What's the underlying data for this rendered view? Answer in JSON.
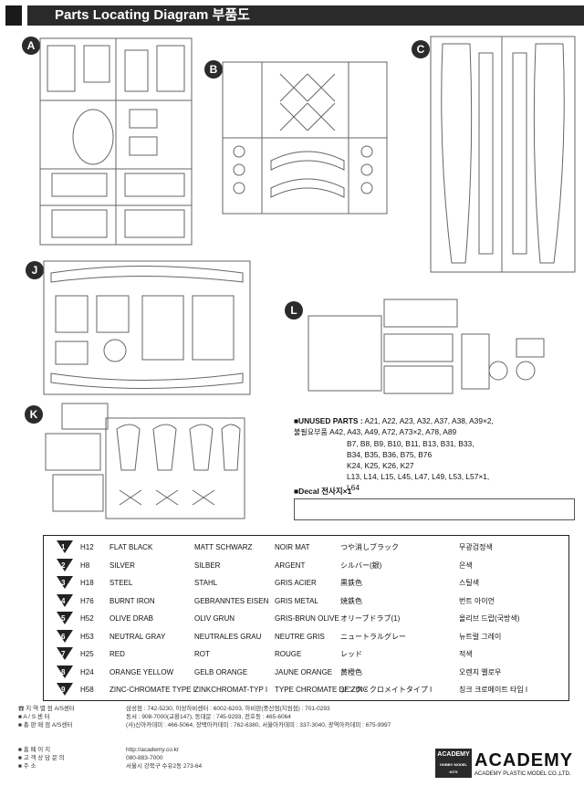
{
  "header": {
    "title": "Parts Locating Diagram 부품도"
  },
  "sprues": {
    "a": "A",
    "b": "B",
    "c": "C",
    "j": "J",
    "k": "K",
    "l": "L"
  },
  "unused": {
    "label": "■UNUSED PARTS :",
    "korean": "불필요부품",
    "parts_line1": "A21, A22, A23, A32, A37, A38, A39×2,",
    "parts_line2": "A42, A43, A49, A72, A73×2, A78, A89",
    "parts_line3": "B7, B8, B9, B10, B11, B13, B31, B33,",
    "parts_line4": "B34, B35, B36, B75, B76",
    "parts_line5": "K24, K25, K26, K27",
    "parts_line6": "L13, L14, L15, L45, L47, L49, L53, L57×1,",
    "parts_line7": "L64"
  },
  "decal": {
    "label": "■Decal 전사지×1"
  },
  "paints": [
    {
      "num": "1",
      "code": "H12",
      "en": "FLAT BLACK",
      "de": "MATT SCHWARZ",
      "fr": "NOIR MAT",
      "jp": "つや消しブラック",
      "kr": "무광검정색"
    },
    {
      "num": "2",
      "code": "H8",
      "en": "SILVER",
      "de": "SILBER",
      "fr": "ARGENT",
      "jp": "シルバー(銀)",
      "kr": "은색"
    },
    {
      "num": "3",
      "code": "H18",
      "en": "STEEL",
      "de": "STAHL",
      "fr": "GRIS ACIER",
      "jp": "黒鉄色",
      "kr": "스틸색"
    },
    {
      "num": "4",
      "code": "H76",
      "en": "BURNT IRON",
      "de": "GEBRANNTES EISEN",
      "fr": "GRIS METAL",
      "jp": "焼鉄色",
      "kr": "번트 아이언"
    },
    {
      "num": "5",
      "code": "H52",
      "en": "OLIVE DRAB",
      "de": "OLIV GRUN",
      "fr": "GRIS-BRUN OLIVE",
      "jp": "オリーブドラブ(1)",
      "kr": "올리브 드랍(국방색)"
    },
    {
      "num": "6",
      "code": "H53",
      "en": "NEUTRAL GRAY",
      "de": "NEUTRALES GRAU",
      "fr": "NEUTRE GRIS",
      "jp": "ニュートラルグレー",
      "kr": "뉴트럴 그레이"
    },
    {
      "num": "7",
      "code": "H25",
      "en": "RED",
      "de": "ROT",
      "fr": "ROUGE",
      "jp": "レッド",
      "kr": "적색"
    },
    {
      "num": "8",
      "code": "H24",
      "en": "ORANGE YELLOW",
      "de": "GELB ORANGE",
      "fr": "JAUNE ORANGE",
      "jp": "黄橙色",
      "kr": "오렌지 옐로우"
    },
    {
      "num": "9",
      "code": "H58",
      "en": "ZINC-CHROMATE TYPE I",
      "de": "ZINKCHROMAT-TYP I",
      "fr": "TYPE CHROMATE DE ZINC",
      "jp": "ジンク・クロメイトタイプ I",
      "kr": "징크 크로메이트 타입 I"
    }
  ],
  "contacts": {
    "row1": "☎ 지 역 별  점  A/S센터",
    "row2": "■ A / S  센  터",
    "row3": "■ 총 판 매  점  A/S센터",
    "row4": "■ 홈  페  이  지",
    "row5": "■ 고 객 상 담 문 의",
    "row6": "■ 주         소",
    "right1": "삼성점 : 742-5230, 이성하비센터 : 6002-6203, 하비판(중산점(지원점) : 701-0293",
    "right2": "동서 : 908-7000(교환147), 동대문 : 745-9293, 전호동 : 465-6064",
    "right3": "(사)신아카데미 : 466-5064, 장택아카데미 : 762-6380, 서울아카데미 : 337-3040, 광역아카데미 : 675-9997",
    "right4": "http://academy.co.kr",
    "right5": "080-883-7000",
    "right6": "서울시 강북구 수유2동 273-64"
  },
  "logos": {
    "small_top": "ACADEMY",
    "small_bottom": "HOBBY MODEL KITS",
    "big": "ACADEMY",
    "big_sub": "ACADEMY PLASTIC MODEL CO.,LTD."
  }
}
